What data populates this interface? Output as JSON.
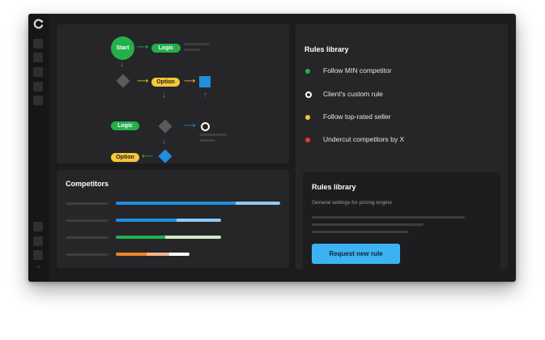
{
  "rail": {
    "buttons": 9
  },
  "flow": {
    "start": "Start",
    "logic_top": "Logic",
    "option_mid": "Option",
    "logic_left": "Logic",
    "option_bottom": "Option",
    "arrow_right": "⟶",
    "arrow_left": "⟵",
    "arrow_down": "↓",
    "arrow_up": "↑"
  },
  "competitors": {
    "title": "Competitors",
    "bars": [
      {
        "fill": 1.0,
        "segments": [
          {
            "color": "#1f8ee0",
            "fraction": 0.73
          },
          {
            "color": "#8ec9f2",
            "fraction": 0.27
          }
        ]
      },
      {
        "fill": 0.64,
        "segments": [
          {
            "color": "#1f8ee0",
            "fraction": 0.58
          },
          {
            "color": "#8ec9f2",
            "fraction": 0.42
          }
        ]
      },
      {
        "fill": 0.64,
        "segments": [
          {
            "color": "#22b04b",
            "fraction": 0.47
          },
          {
            "color": "#cfe9c8",
            "fraction": 0.53
          }
        ]
      },
      {
        "fill": 0.45,
        "segments": [
          {
            "color": "#f0822a",
            "fraction": 0.42
          },
          {
            "color": "#f4b58a",
            "fraction": 0.3
          },
          {
            "color": "#ffffff",
            "fraction": 0.28
          }
        ]
      }
    ]
  },
  "rules_library": {
    "title": "Rules library",
    "items": [
      {
        "label": "Follow MIN competitor",
        "color": "#22b04b",
        "style": "dot"
      },
      {
        "label": "Client's custom rule",
        "color": "#ffffff",
        "style": "ring"
      },
      {
        "label": "Follow top-rated seller",
        "color": "#f7c73a",
        "style": "dot"
      },
      {
        "label": "Undercut competitors by X",
        "color": "#e53935",
        "style": "dot"
      }
    ]
  },
  "card": {
    "title": "Rules library",
    "subtitle": "General settings for pricing engine",
    "button": "Request new rule"
  }
}
